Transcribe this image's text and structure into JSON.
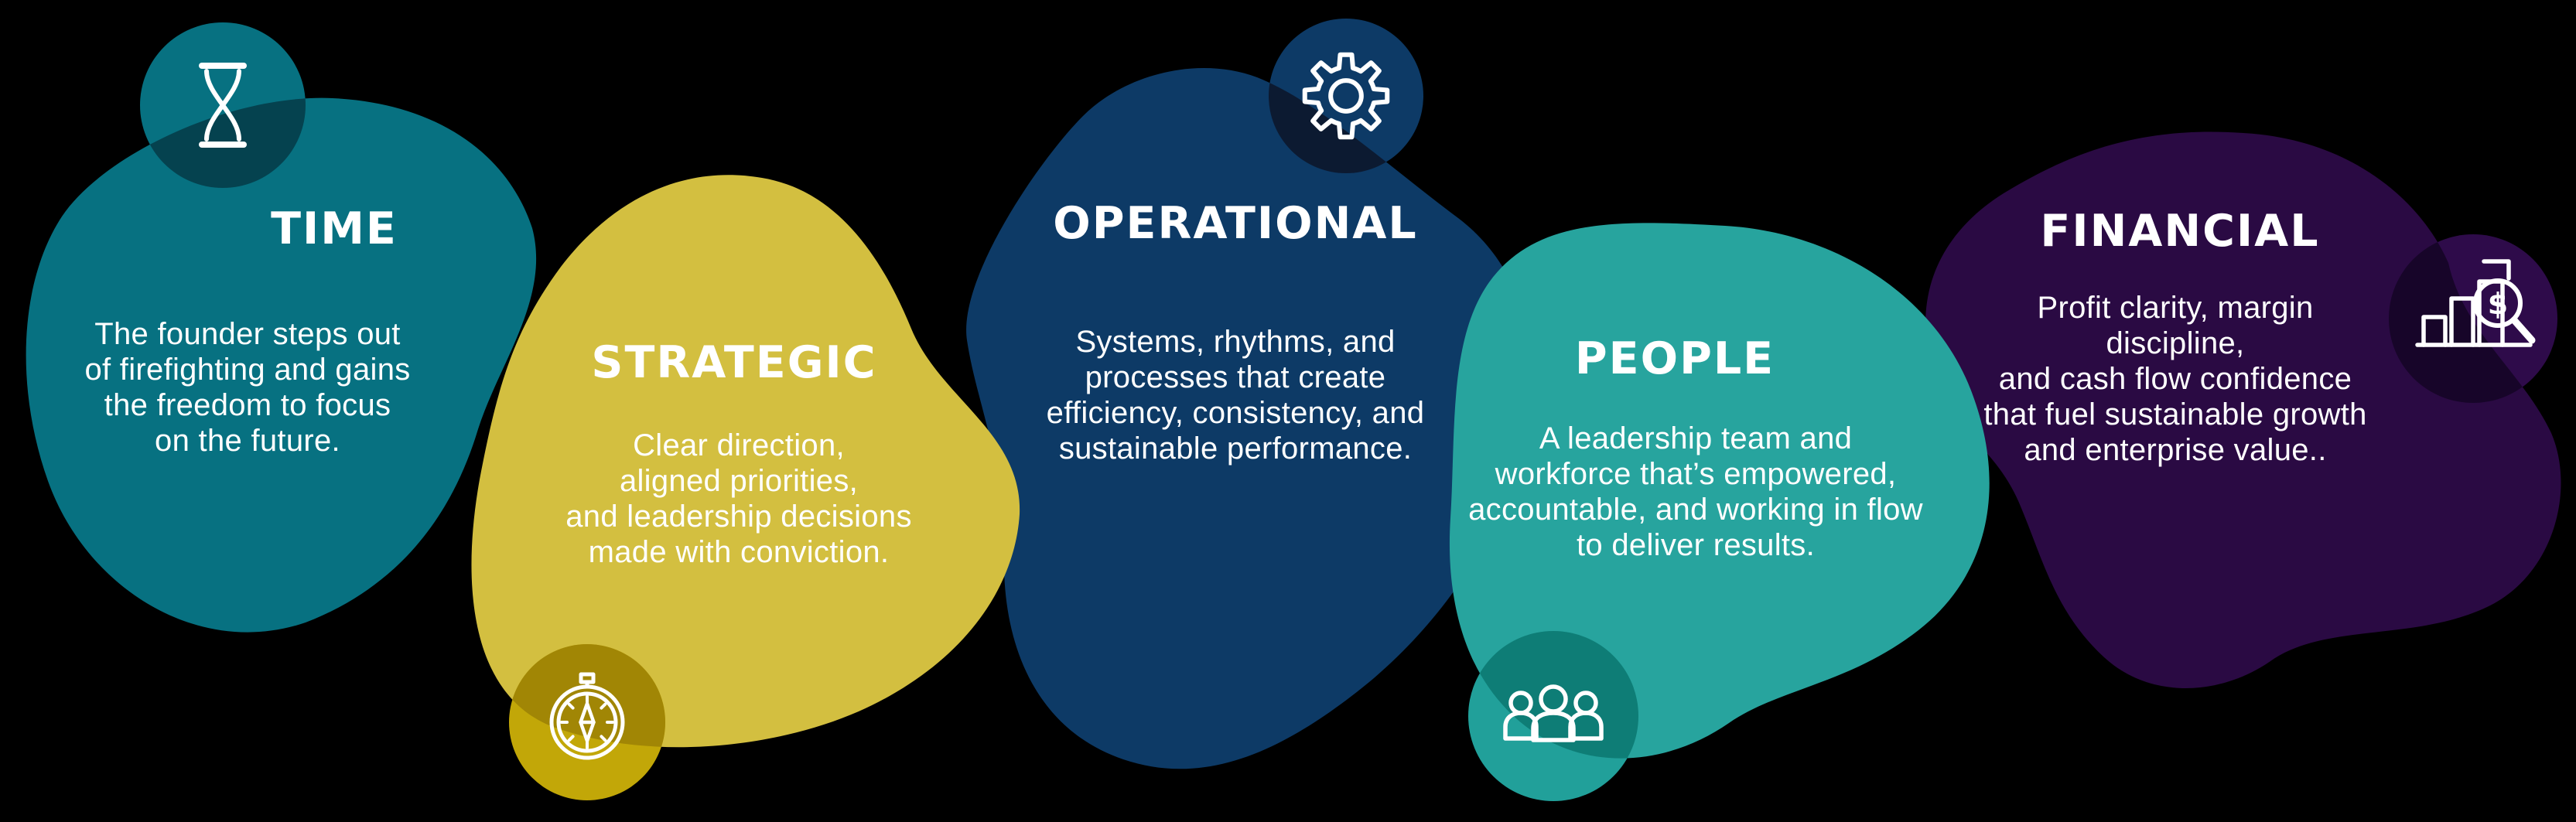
{
  "canvas": {
    "background": "#000000",
    "text_color": "#ffffff"
  },
  "cards": [
    {
      "id": "time",
      "title": "TIME",
      "body": "The founder steps out\nof firefighting and gains\nthe freedom to focus\non the future.",
      "icon": "hourglass-icon",
      "colors": {
        "blob": "#077181",
        "icon_circle": "#077181",
        "overlap": "#05424f"
      }
    },
    {
      "id": "strategic",
      "title": "STRATEGIC",
      "body": "Clear direction,\naligned priorities,\nand leadership decisions\nmade with conviction.",
      "icon": "compass-icon",
      "colors": {
        "blob": "#d3bf40",
        "icon_circle": "#c2a708",
        "overlap": "#a18605"
      }
    },
    {
      "id": "operational",
      "title": "OPERATIONAL",
      "body": "Systems, rhythms, and\nprocesses that create\nefficiency, consistency, and\nsustainable performance.",
      "icon": "gear-icon",
      "colors": {
        "blob": "#0d3a66",
        "icon_circle": "#0d3a66",
        "overlap": "#0c1a31"
      }
    },
    {
      "id": "people",
      "title": "PEOPLE",
      "body": "A leadership team and\nworkforce that’s empowered,\naccountable, and working in flow\nto deliver results.",
      "icon": "people-icon",
      "colors": {
        "blob": "#27a49e",
        "icon_circle": "#21a09a",
        "overlap": "#0e7d76"
      }
    },
    {
      "id": "financial",
      "title": "FINANCIAL",
      "body": "Profit clarity, margin discipline,\nand cash flow confidence\nthat fuel sustainable growth\nand enterprise value..",
      "icon": "bar-chart-magnifier-dollar-icon",
      "dollar_sign": "$",
      "colors": {
        "blob": "#2a0a43",
        "icon_circle": "#2e0b4a",
        "overlap": "#170529"
      }
    }
  ]
}
